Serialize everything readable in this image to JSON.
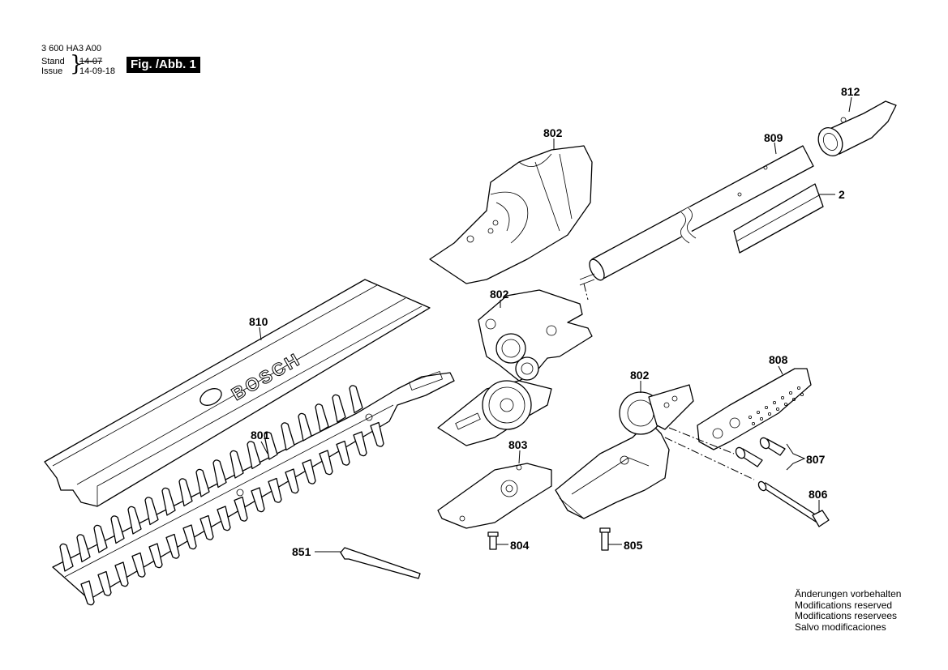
{
  "header": {
    "doc_number": "3 600 HA3 A00",
    "stand_label": "Stand",
    "issue_label": "Issue",
    "old_date": "14-07",
    "issue_date": "14-09-18",
    "figure_label": "Fig. /Abb. 1"
  },
  "parts": [
    {
      "id": "812"
    },
    {
      "id": "802"
    },
    {
      "id": "809"
    },
    {
      "id": "2"
    },
    {
      "id": "802"
    },
    {
      "id": "810"
    },
    {
      "id": "808"
    },
    {
      "id": "802"
    },
    {
      "id": "801"
    },
    {
      "id": "803"
    },
    {
      "id": "807"
    },
    {
      "id": "806"
    },
    {
      "id": "851"
    },
    {
      "id": "804"
    },
    {
      "id": "805"
    }
  ],
  "blade_cover_brand": "BOSCH",
  "notes": [
    "Änderungen vorbehalten",
    "Modifications reserved",
    "Modifications reservees",
    "Salvo modificaciones"
  ]
}
